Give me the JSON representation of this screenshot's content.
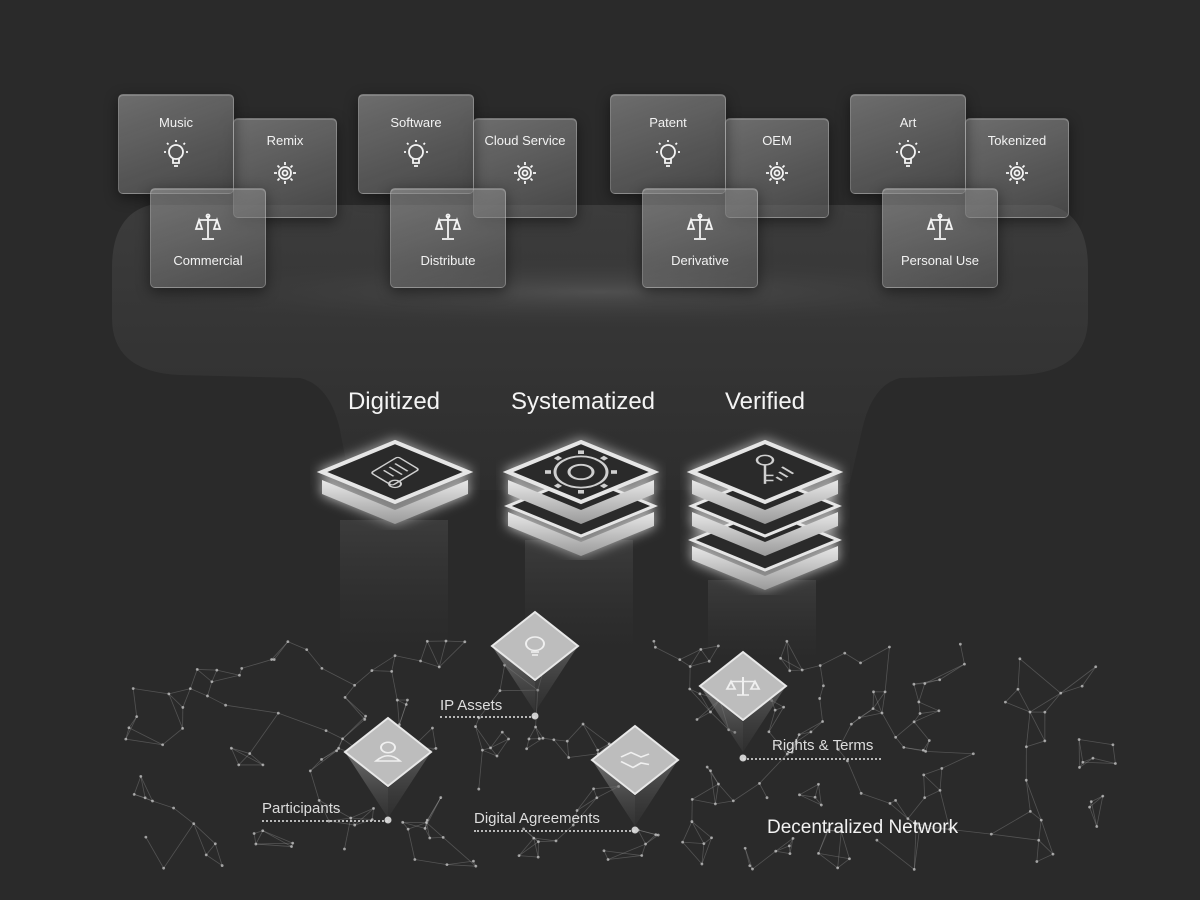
{
  "groups": [
    {
      "cards": [
        {
          "label": "Music",
          "icon": "lightbulb-icon"
        },
        {
          "label": "Remix",
          "icon": "gear-icon"
        },
        {
          "label": "Commercial",
          "icon": "scale-icon"
        }
      ]
    },
    {
      "cards": [
        {
          "label": "Software",
          "icon": "lightbulb-icon"
        },
        {
          "label": "Cloud Service",
          "icon": "gear-icon"
        },
        {
          "label": "Distribute",
          "icon": "scale-icon"
        }
      ]
    },
    {
      "cards": [
        {
          "label": "Patent",
          "icon": "lightbulb-icon"
        },
        {
          "label": "OEM",
          "icon": "gear-icon"
        },
        {
          "label": "Derivative",
          "icon": "scale-icon"
        }
      ]
    },
    {
      "cards": [
        {
          "label": "Art",
          "icon": "lightbulb-icon"
        },
        {
          "label": "Tokenized",
          "icon": "gear-icon"
        },
        {
          "label": "Personal Use",
          "icon": "scale-icon"
        }
      ]
    }
  ],
  "stages": [
    {
      "title": "Digitized",
      "icon": "document-icon",
      "layers": 1
    },
    {
      "title": "Systematized",
      "icon": "gear-icon",
      "layers": 2
    },
    {
      "title": "Verified",
      "icon": "key-icon",
      "layers": 3
    }
  ],
  "network": {
    "title": "Decentralized Network",
    "nodes": [
      {
        "label": "IP Assets",
        "icon": "lightbulb-icon"
      },
      {
        "label": "Participants",
        "icon": "person-icon"
      },
      {
        "label": "Digital Agreements",
        "icon": "handshake-icon"
      },
      {
        "label": "Rights & Terms",
        "icon": "scale-icon"
      }
    ]
  },
  "colors": {
    "background": "#2a2a2a",
    "text": "#f2f2f2",
    "glow": "#ffffff"
  }
}
